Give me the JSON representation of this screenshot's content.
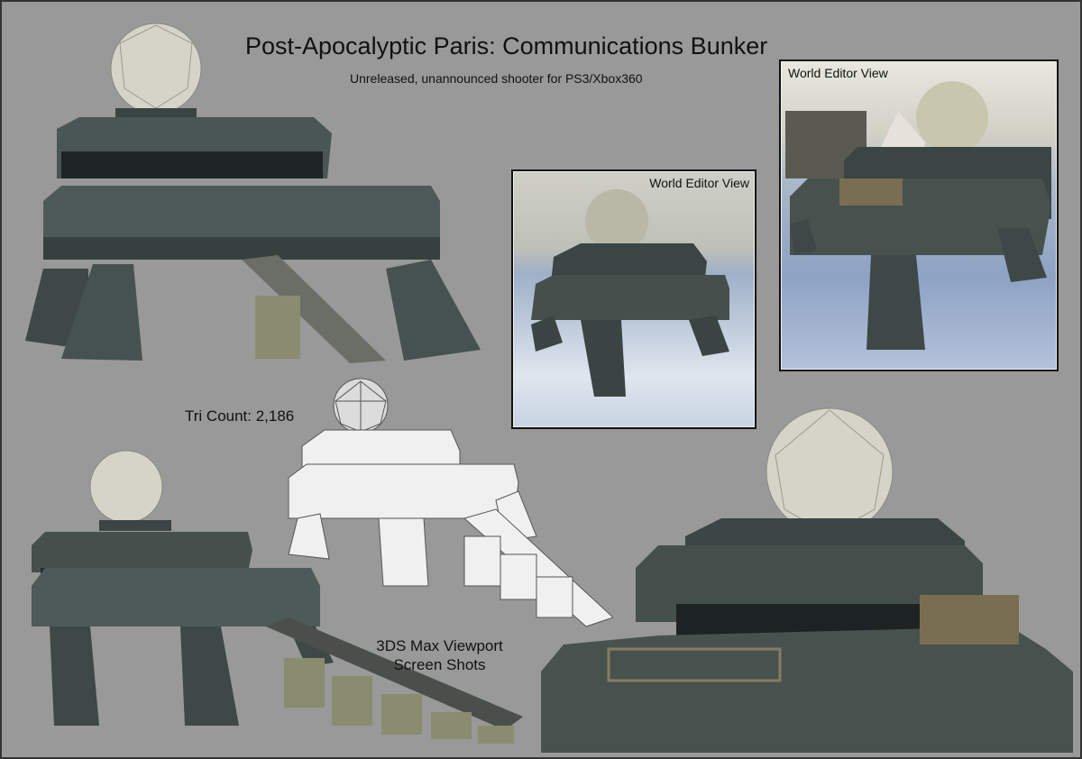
{
  "header": {
    "title": "Post-Apocalyptic Paris: Communications Bunker",
    "subtitle": "Unreleased, unannounced shooter for PS3/Xbox360"
  },
  "panels": [
    {
      "label": "World Editor View"
    },
    {
      "label": "World Editor View"
    }
  ],
  "tri_count": "Tri Count: 2,186",
  "viewport_caption": {
    "line1": "3DS Max Viewport",
    "line2": "Screen Shots"
  },
  "colors": {
    "background": "#999999",
    "concrete": "#3f4a47",
    "sphere": "#d8d8cc",
    "water": "#a8b8d0"
  }
}
